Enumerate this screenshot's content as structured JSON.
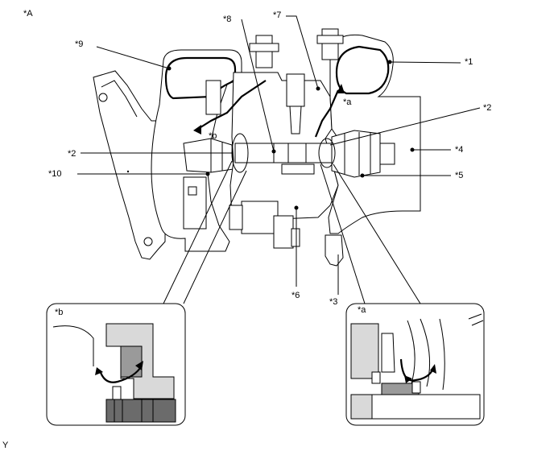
{
  "figure": {
    "view_label": "*A",
    "footer_mark": "Y"
  },
  "callouts": [
    {
      "id": "c1",
      "text": "*1"
    },
    {
      "id": "c2a",
      "text": "*2"
    },
    {
      "id": "c2b",
      "text": "*2"
    },
    {
      "id": "c3",
      "text": "*3"
    },
    {
      "id": "c4",
      "text": "*4"
    },
    {
      "id": "c5",
      "text": "*5"
    },
    {
      "id": "c6",
      "text": "*6"
    },
    {
      "id": "c7",
      "text": "*7"
    },
    {
      "id": "c8",
      "text": "*8"
    },
    {
      "id": "c9",
      "text": "*9"
    },
    {
      "id": "c10",
      "text": "*10"
    }
  ],
  "flow_marks": {
    "a": "*a",
    "b": "*b"
  },
  "insets": {
    "left_label": "*b",
    "right_label": "*a"
  }
}
